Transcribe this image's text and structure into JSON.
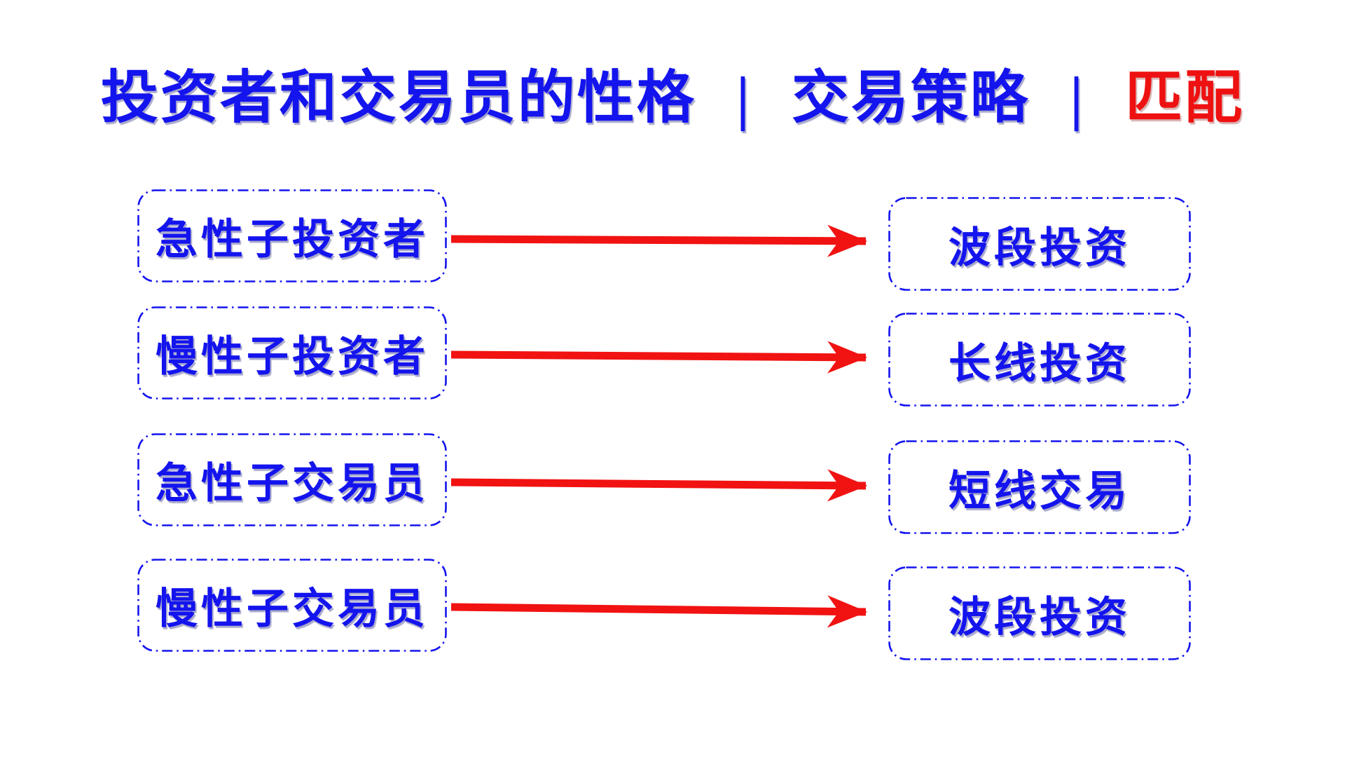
{
  "colors": {
    "blue": "#1414ee",
    "red": "#ee1111",
    "arrow-red": "#f11212",
    "bg": "#ffffff"
  },
  "title": {
    "part_personality": "投资者和交易员的性格",
    "separator": "|",
    "part_strategy": "交易策略",
    "part_match": "匹配"
  },
  "rows": [
    {
      "left": "急性子投资者",
      "right": "波段投资"
    },
    {
      "left": "慢性子投资者",
      "right": "长线投资"
    },
    {
      "left": "急性子交易员",
      "right": "短线交易"
    },
    {
      "left": "慢性子交易员",
      "right": "波段投资"
    }
  ],
  "icons": {
    "connector": "arrow-right-icon"
  }
}
